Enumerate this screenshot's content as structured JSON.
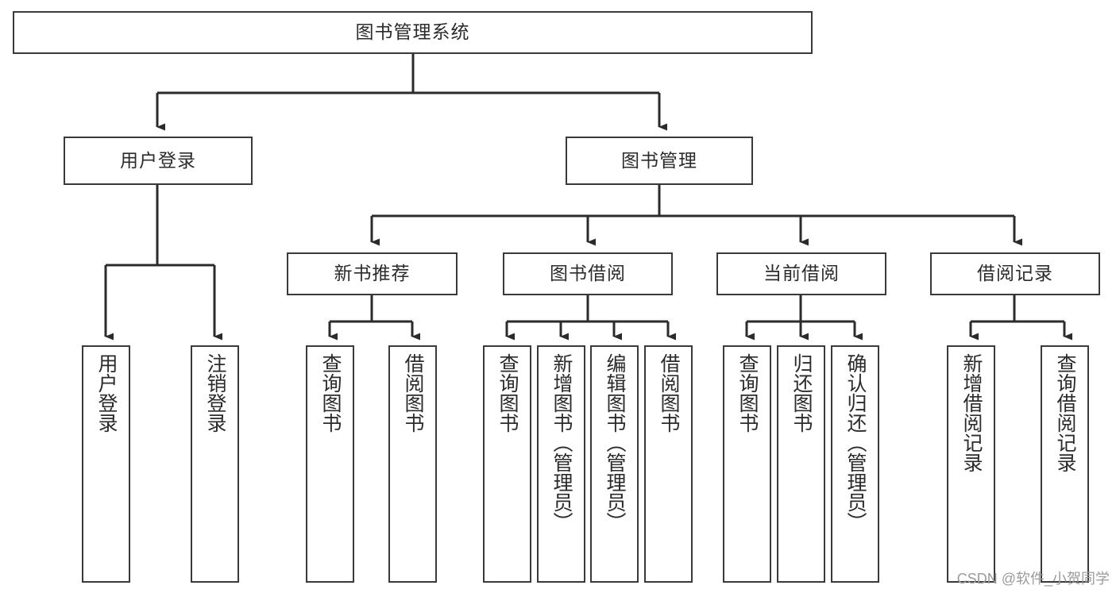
{
  "diagram": {
    "type": "tree-hierarchy",
    "title": "图书管理系统",
    "colors": {
      "background": "#ffffff",
      "box_border": "#3a3a3a",
      "box_fill": "#ffffff",
      "connector": "#2b2b2b",
      "text": "#2b2b2b",
      "watermark": "#9b9b9b"
    },
    "root": {
      "label": "图书管理系统"
    },
    "level1": [
      {
        "label": "用户登录"
      },
      {
        "label": "图书管理"
      }
    ],
    "level2": [
      {
        "label": "新书推荐"
      },
      {
        "label": "图书借阅"
      },
      {
        "label": "当前借阅"
      },
      {
        "label": "借阅记录"
      }
    ],
    "leaves": {
      "user_login": [
        {
          "label": "用户登录"
        },
        {
          "label": "注销登录"
        }
      ],
      "new_book": [
        {
          "label": "查询图书"
        },
        {
          "label": "借阅图书"
        }
      ],
      "book_borrow": [
        {
          "label": "查询图书"
        },
        {
          "label": "新增图书（管理员）"
        },
        {
          "label": "编辑图书（管理员）"
        },
        {
          "label": "借阅图书"
        }
      ],
      "current_borrow": [
        {
          "label": "查询图书"
        },
        {
          "label": "归还图书"
        },
        {
          "label": "确认归还（管理员）"
        }
      ],
      "borrow_record": [
        {
          "label": "新增借阅记录"
        },
        {
          "label": "查询借阅记录"
        }
      ]
    }
  },
  "watermark": {
    "text": "CSDN @软件_小贺同学"
  }
}
